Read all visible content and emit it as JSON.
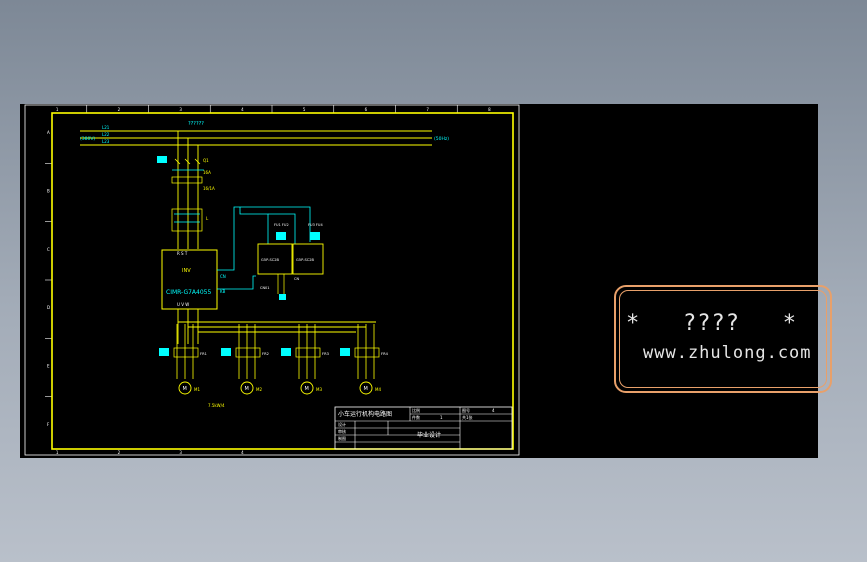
{
  "drawing": {
    "column_numbers": [
      "1",
      "2",
      "3",
      "4",
      "5",
      "6",
      "7",
      "8"
    ],
    "bottom_column_numbers": [
      "1",
      "2",
      "3",
      "4"
    ],
    "row_letters": [
      "A",
      "B",
      "C",
      "D",
      "E",
      "F"
    ],
    "top_label": "??????",
    "left_bus_label": "(380V)",
    "right_bus_label": "(50Hz)",
    "bus_lines": [
      "L21",
      "L22",
      "L23"
    ],
    "breaker_q1": "Q1",
    "breaker_rating": "16A",
    "breaker_note": "16/1A",
    "inverter_model": "CIMR-G7A4055",
    "inverter_label": "INV",
    "inverter_terminals_top": "R S T",
    "inverter_terminals_bottom": "U V W",
    "inverter_side_1": "CN",
    "inverter_side_2": "KB",
    "module_1": "G5P-SC2B",
    "module_2": "G5P-SC2B",
    "relay_top_1": "FU1 FU2",
    "relay_top_2": "FU3 FU4",
    "relay_side": "CN",
    "relay_under": "CN01",
    "motors": [
      {
        "symbol": "M",
        "label": "M1"
      },
      {
        "symbol": "M",
        "label": "M2"
      },
      {
        "symbol": "M",
        "label": "M3"
      },
      {
        "symbol": "M",
        "label": "M4"
      }
    ],
    "overload_labels": [
      "FR1",
      "FR2",
      "FR3",
      "FR4"
    ],
    "motor_power": "7.5kW/4"
  },
  "title_block": {
    "title": "小车运行机构电路图",
    "field_scale": "比例",
    "field_quantity": "件数",
    "field_design": "设计",
    "field_check": "审核",
    "field_draw": "制图",
    "sheet_label": "图号",
    "sheet_value": "4",
    "count_label": "共1张",
    "count_value": "1",
    "graduation": "毕业设计"
  },
  "watermark": {
    "line1": "*   ????   *",
    "line2": "www.zhulong.com"
  },
  "colors": {
    "background": "#000000",
    "frame": "#ffff00",
    "grid": "#ffffff",
    "cyan": "#00ffff",
    "title_text": "#ffffff",
    "watermark_border": "#e8a06a"
  }
}
